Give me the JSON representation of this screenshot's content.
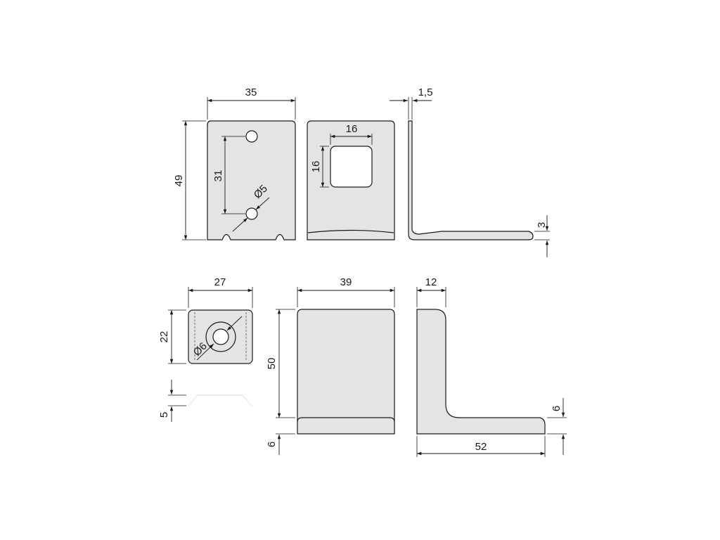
{
  "dimensions": {
    "top_front_width": "35",
    "top_front_height": "49",
    "top_front_hole_spacing": "31",
    "top_front_hole_diameter": "Ø5",
    "top_back_window_width": "16",
    "top_back_window_height": "16",
    "top_side_thickness": "1,5",
    "top_side_foot": "3",
    "small_plate_width": "27",
    "small_plate_height": "22",
    "small_plate_hole_diameter": "Ø6",
    "small_plate_profile": "5",
    "bottom_front_width": "39",
    "bottom_front_height": "50",
    "bottom_front_foot": "6",
    "bottom_side_width": "12",
    "bottom_side_length": "52",
    "bottom_side_foot": "6"
  }
}
